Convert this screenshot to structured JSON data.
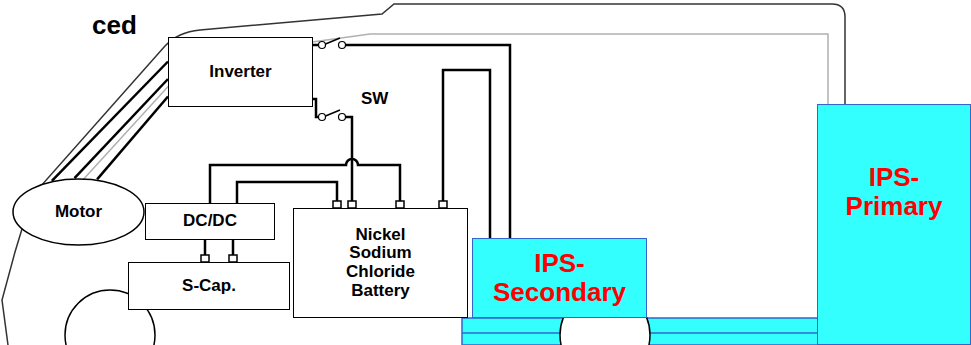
{
  "diagram": {
    "title": "ced",
    "nodes": [
      {
        "text": [
          "Inverter"
        ]
      },
      {
        "text": [
          "Motor"
        ]
      },
      {
        "text": [
          "DC/DC"
        ]
      },
      {
        "text": [
          "Nickel Sodium Chloride Battery"
        ]
      },
      {
        "text": [
          "IPS-Primary"
        ]
      },
      {
        "text": [
          "S-Cap."
        ]
      },
      {
        "text": [
          "IPS-Secondary"
        ]
      }
    ],
    "edges": [
      {
        "from": 0,
        "to": 1,
        "arrow": "none"
      },
      {
        "from": 0,
        "to": 6,
        "arrow": "none"
      },
      {
        "from": 0,
        "to": 3,
        "arrow": "none"
      },
      {
        "from": 3,
        "to": 6,
        "arrow": "none"
      },
      {
        "from": 2,
        "to": 3,
        "arrow": "none"
      },
      {
        "from": 2,
        "to": 5,
        "arrow": "none"
      }
    ],
    "labels": [
      "SW"
    ]
  }
}
